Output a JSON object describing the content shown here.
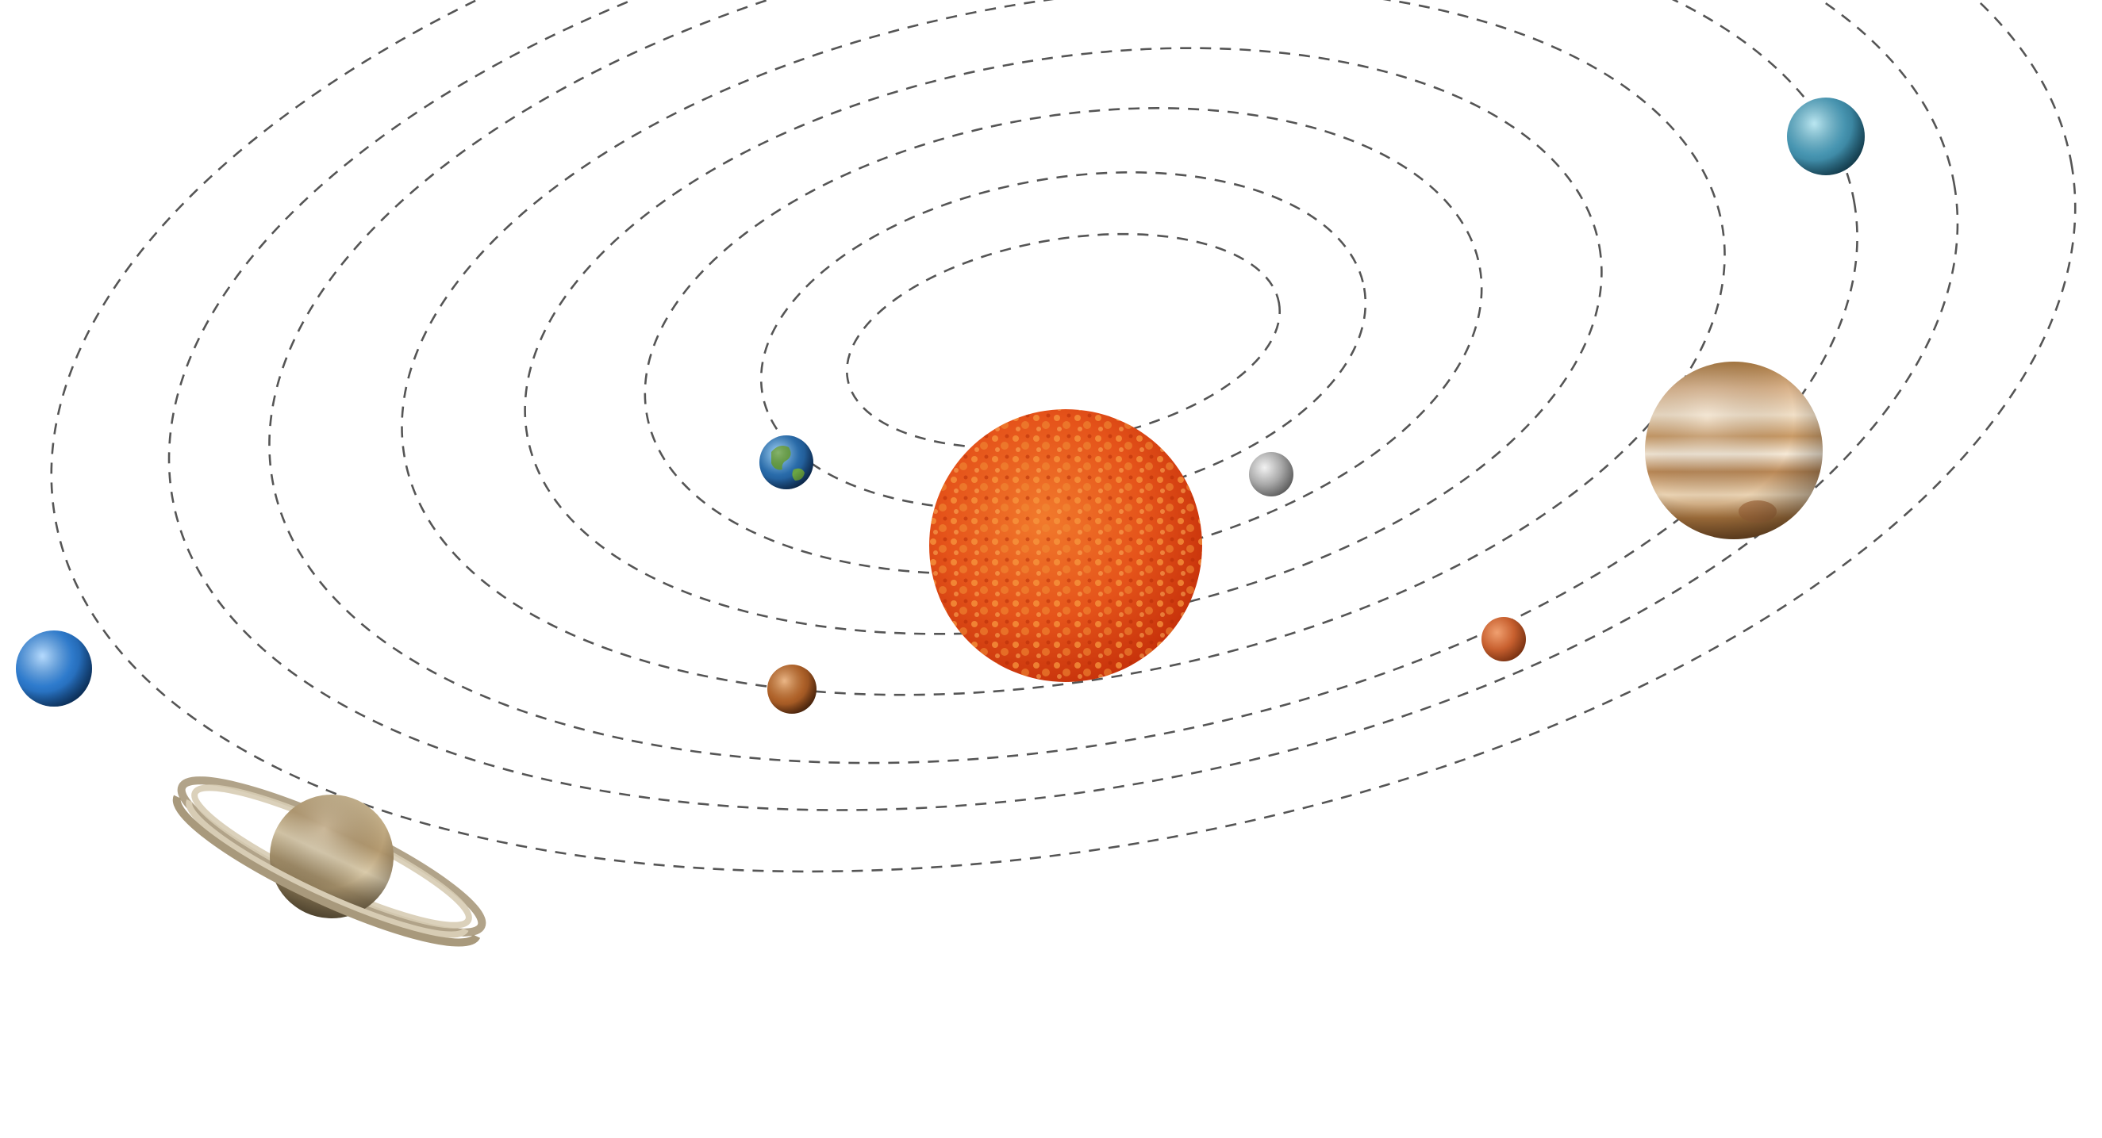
{
  "diagram": {
    "type": "solar-system-orbits",
    "orbit_count": 8,
    "orbit_style": "dashed",
    "background": "#ffffff",
    "sun": {
      "name": "sun",
      "color": "#e14a10"
    },
    "planets": [
      {
        "name": "mercury",
        "color": "#9a9a9a"
      },
      {
        "name": "venus",
        "color": "#b5652a"
      },
      {
        "name": "earth",
        "color": "#2a6fb0"
      },
      {
        "name": "mars",
        "color": "#c8602f"
      },
      {
        "name": "jupiter",
        "color": "#c9a27a"
      },
      {
        "name": "saturn",
        "color": "#b8a582"
      },
      {
        "name": "uranus",
        "color": "#4a9bb8"
      },
      {
        "name": "neptune",
        "color": "#2f7fd4"
      }
    ]
  }
}
